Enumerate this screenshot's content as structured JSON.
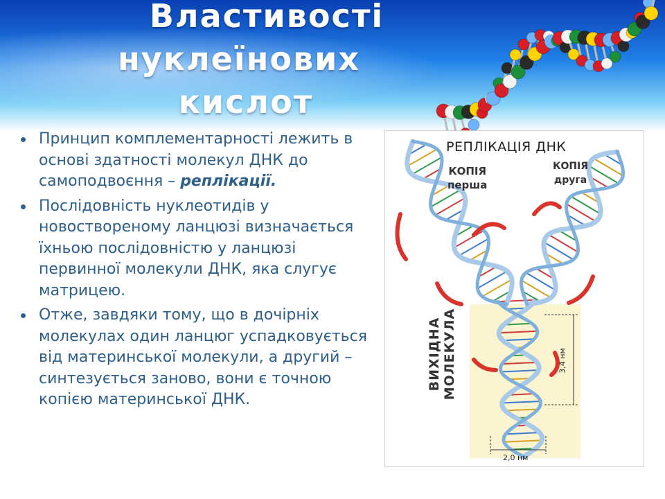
{
  "slide": {
    "title_lines": [
      "Властивості",
      "нуклеїнових",
      "кислот"
    ]
  },
  "bullets": [
    {
      "text": "Принцип комплементарності лежить в основі здатності молекул ДНК до самоподвоєння – ",
      "emphasis": "реплікації."
    },
    {
      "text": "Послідовність нуклеотидів у новоствореному ланцюзі визначається їхньою послідовністю у ланцюзі первинної молекули ДНК, яка слугує матрицею.",
      "emphasis": ""
    },
    {
      "text": "Отже, завдяки тому, що в дочірніх молекулах один ланцюг успадковується від материнської молекули, а другий – синтезується заново, вони є точною копією материнської ДНК.",
      "emphasis": ""
    }
  ],
  "figure": {
    "title": "РЕПЛІКАЦІЯ ДНК",
    "copy_first": [
      "КОПІЯ",
      "перша"
    ],
    "copy_second": [
      "КОПІЯ",
      "друга"
    ],
    "source_label": [
      "ВИХІДНА",
      "МОЛЕКУЛА"
    ],
    "dim_height": "3,4 нм",
    "dim_width": "2,0 нм"
  },
  "colors": {
    "banner_dark": "#0a3fb4",
    "banner_light": "#7fd0f7",
    "bullet_text": "#2e5f8a",
    "strand": "#a9c9e8",
    "arrow": "#d9342b"
  }
}
